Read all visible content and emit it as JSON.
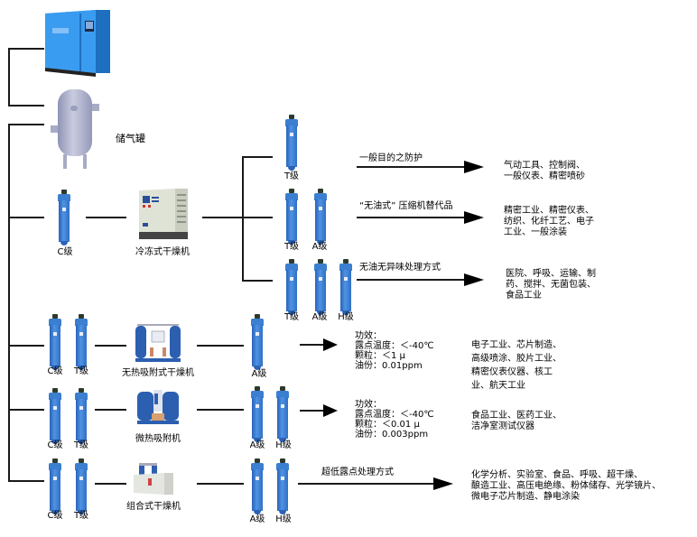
{
  "diagram_title": "压缩空气处理流程图",
  "colors": {
    "filter_blue": "#3b7fd0",
    "line": "#1a1a1a",
    "compressor_blue": "#2f8de0"
  },
  "equipment": {
    "compressor": {
      "icon": "air-compressor-icon"
    },
    "tank": {
      "label": "储气罐",
      "icon": "air-tank-icon"
    }
  },
  "refrigerated_branch": {
    "pre_filter": "C级",
    "dryer": "冷冻式干燥机",
    "outlets": [
      {
        "filters": [
          "T级"
        ],
        "purpose": "一般目的之防护",
        "applications": [
          "气动工具、控制阀、",
          "一般仪表、精密喷砂"
        ]
      },
      {
        "filters": [
          "T级",
          "A级"
        ],
        "purpose": "“无油式” 压缩机替代品",
        "applications": [
          "精密工业、精密仪表、",
          "纺织、化纤工艺、电子",
          "工业、一般涂装"
        ]
      },
      {
        "filters": [
          "T级",
          "A级",
          "H级"
        ],
        "purpose": "无油无异味处理方式",
        "applications": [
          "医院、呼吸、运输、制",
          "药、搅拌、无菌包装、",
          "食品工业"
        ]
      }
    ]
  },
  "heatless_branch": {
    "pre_filters": [
      "C级",
      "T级"
    ],
    "dryer": "无热吸附式干燥机",
    "post_filters": [
      "A级"
    ],
    "performance": [
      "功效：",
      "露点温度：＜-40℃",
      "颗粒：＜1 μ",
      "油份：0.01ppm"
    ],
    "applications": [
      "电子工业、芯片制造、",
      "高级喷涂、胶片工业、",
      "精密仪表仪器、核工",
      "业、航天工业"
    ]
  },
  "microheat_branch": {
    "pre_filters": [
      "C级",
      "T级"
    ],
    "dryer": "微热吸附机",
    "post_filters": [
      "A级",
      "H级"
    ],
    "performance": [
      "功效：",
      "露点温度：＜-40℃",
      "颗粒：＜0.01 μ",
      "油份：0.003ppm"
    ],
    "applications": [
      "食品工业、医药工业、",
      "洁净室测试仪器"
    ]
  },
  "combined_branch": {
    "pre_filters": [
      "C级",
      "T级"
    ],
    "dryer": "组合式干燥机",
    "post_filters": [
      "A级",
      "H级"
    ],
    "purpose": "超低露点处理方式",
    "applications": [
      "化学分析、实验室、食品、呼吸、超干燥、",
      "酿造工业、高压电绝缘、粉体储存、光学镜片、",
      "微电子芯片制造、静电涂染"
    ]
  }
}
